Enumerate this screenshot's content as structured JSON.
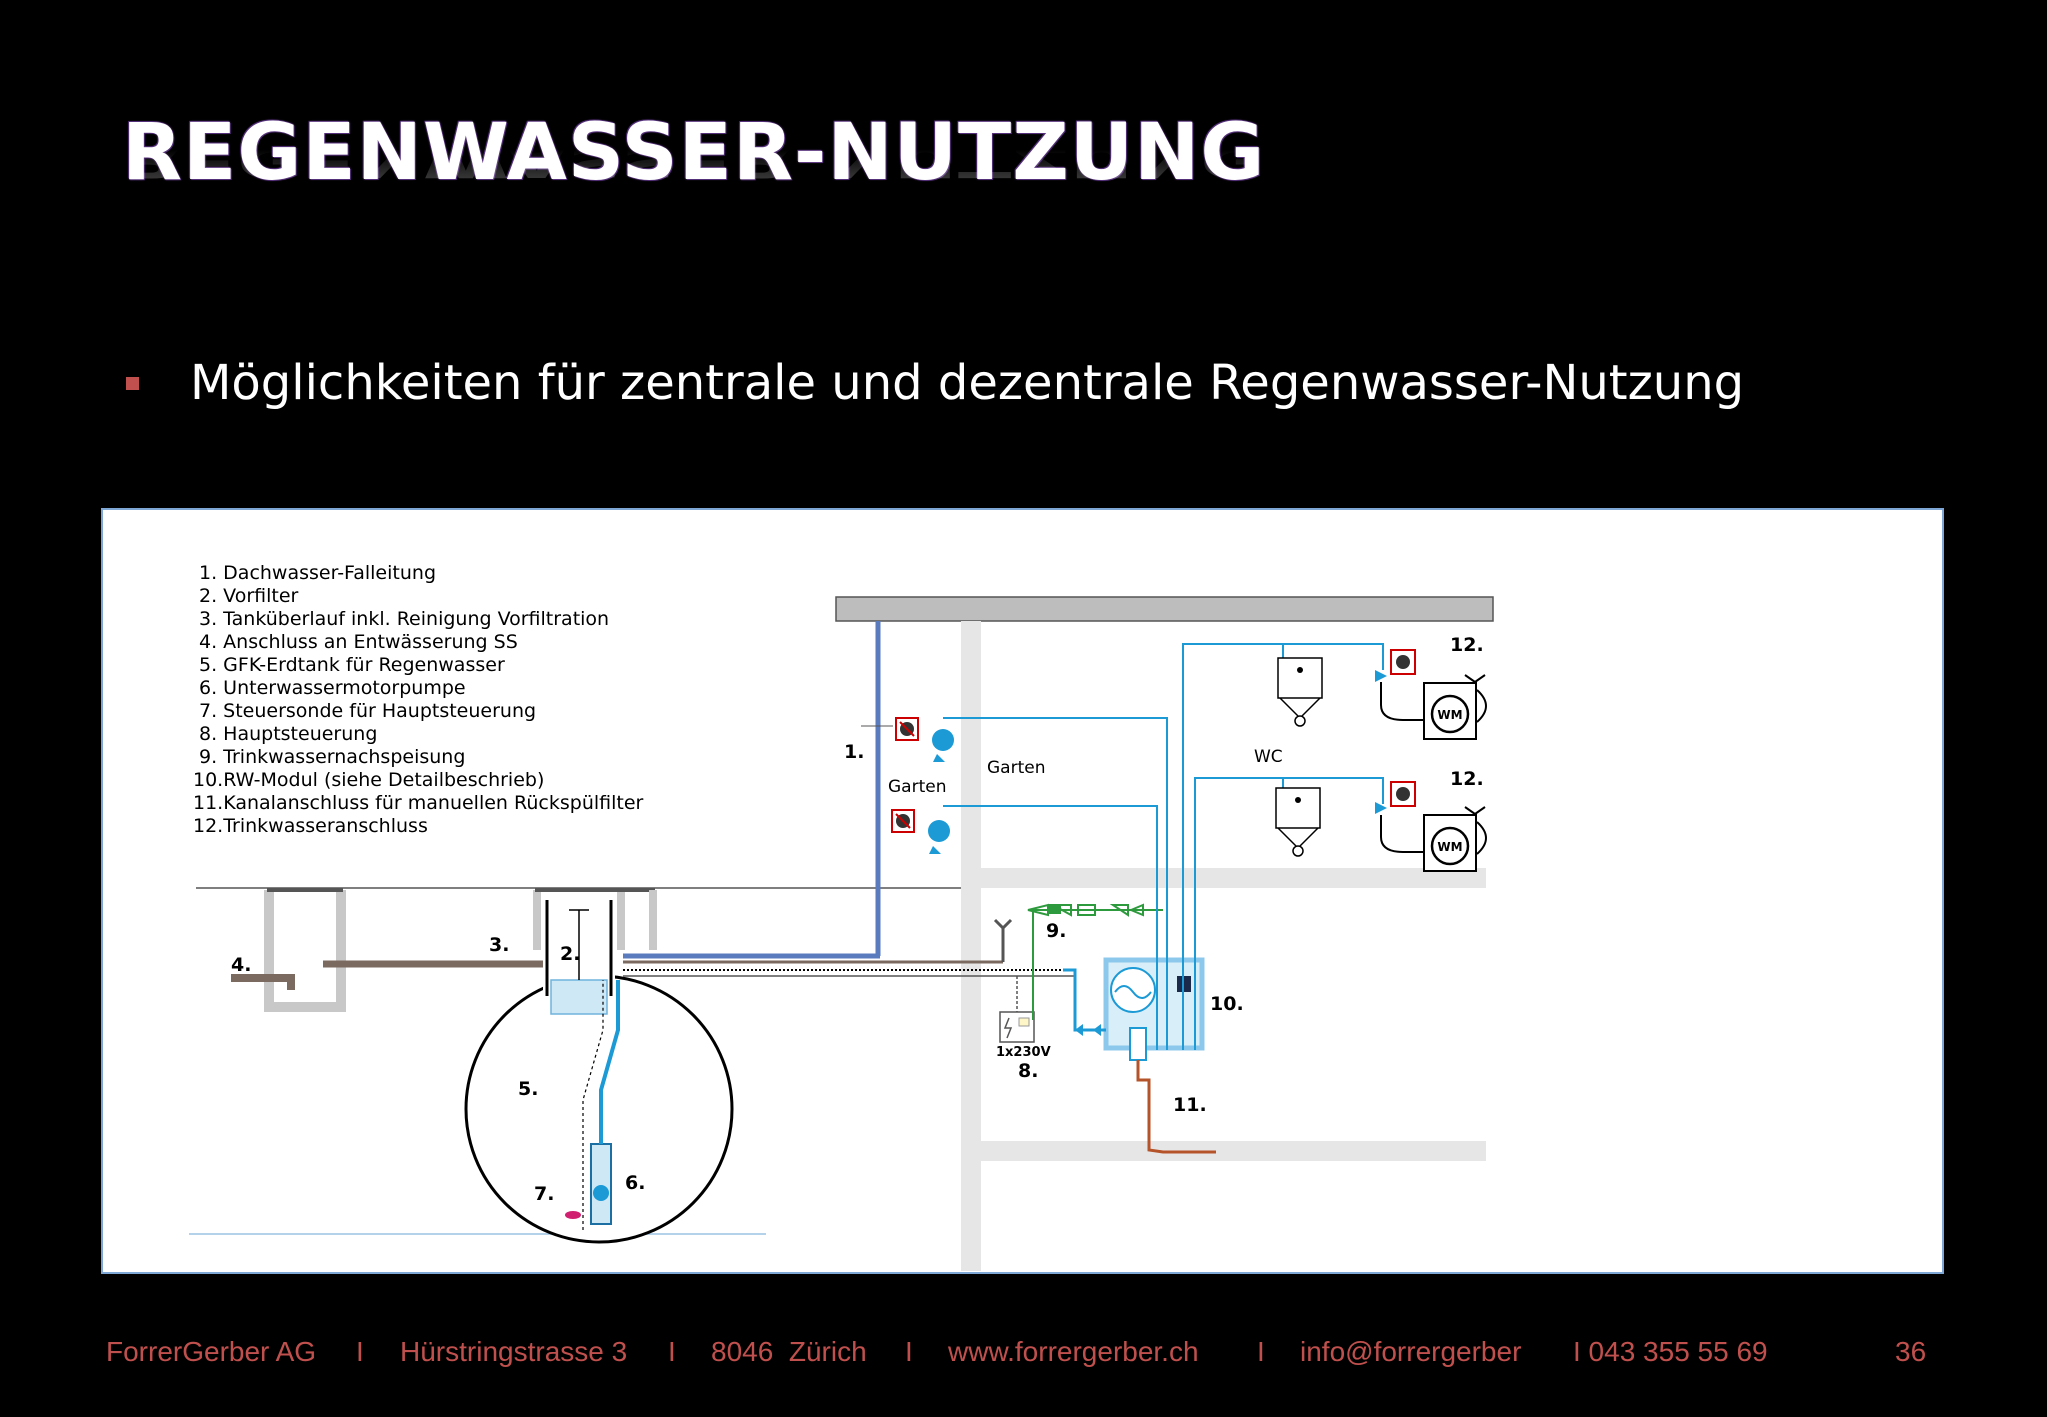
{
  "slide": {
    "title": "REGENWASSER-NUTZUNG",
    "bullet": "Möglichkeiten für zentrale und dezentrale Regenwasser-Nutzung"
  },
  "legend": [
    "1. Dachwasser-Falleitung",
    "2. Vorfilter",
    "3. Tanküberlauf inkl. Reinigung Vorfiltration",
    "4. Anschluss an Entwässerung SS",
    "5. GFK-Erdtank für Regenwasser",
    "6. Unterwassermotorpumpe",
    "7. Steuersonde für Hauptsteuerung",
    "8. Hauptsteuerung",
    "9. Trinkwassernachspeisung",
    "10.RW-Modul (siehe Detailbeschrieb)",
    "11.Kanalanschluss für manuellen Rückspülfilter",
    "12.Trinkwasseranschluss"
  ],
  "diagram": {
    "markers": {
      "n1": "1.",
      "n2": "2.",
      "n3": "3.",
      "n4": "4.",
      "n5": "5.",
      "n6": "6.",
      "n7": "7.",
      "n8": "8.",
      "n9": "9.",
      "n10": "10.",
      "n11": "11.",
      "n12a": "12.",
      "n12b": "12."
    },
    "labels": {
      "garten_left": "Garten",
      "garten_right": "Garten",
      "wc": "WC",
      "wm": "WM",
      "voltage": "1x230V"
    },
    "colors": {
      "water_blue": "#1b9ad6",
      "pipe_navy": "#5b7bbf",
      "pipe_brown": "#7b6a60",
      "drain_red": "#b5532a",
      "green": "#2e9a3e",
      "wall_gray": "#e6e6e6"
    }
  },
  "footer": {
    "company": "ForrerGerber AG",
    "sep": "I",
    "street": "Hürstringstrasse 3",
    "city": "8046  Zürich",
    "web": "www.forrergerber.ch",
    "email": "info@forrergerber",
    "phone": "I 043 355 55 69",
    "page": "36"
  }
}
